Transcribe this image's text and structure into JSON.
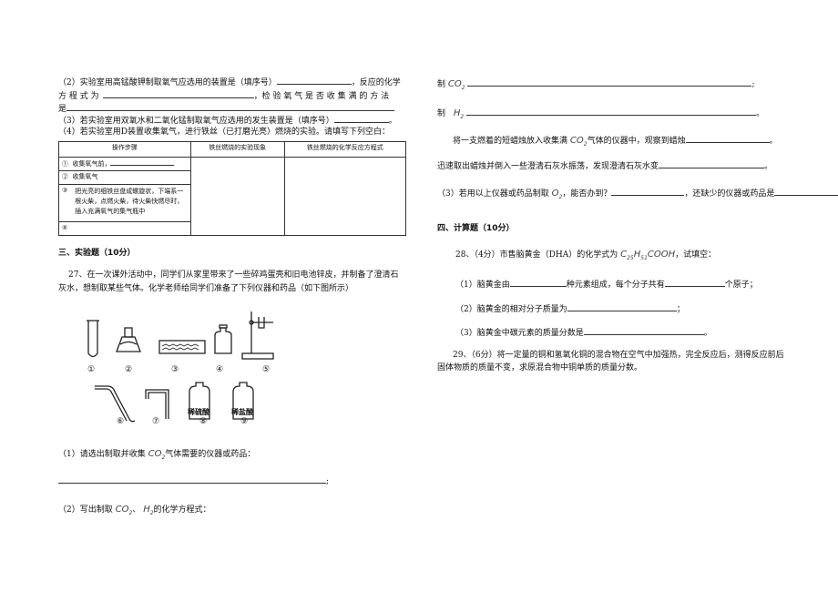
{
  "left": {
    "q2": {
      "l1a": "（2）实验室用高锰酸钾制取氧气应选用的装置是（填序号）",
      "l1b": "，反应的化学",
      "l2a": "方 程 式 为",
      "l2b": "，检 验 氧 气 是 否 收 集 满 的 方 法",
      "l3": "是"
    },
    "q3": "（3）若实验室用双氧水和二氧化锰制取氧气应选用的发生装置是（填序号）",
    "q4": "（4）若实验室用D装置收集氧气，进行铁丝（已打磨光亮）燃烧的实验。请填写下列空白：",
    "table": {
      "headers": [
        "操作步骤",
        "铁丝燃烧的实验现象",
        "铁丝燃烧的化学反应方程式"
      ],
      "rows": [
        {
          "num": "①",
          "text": "收集氧气前，"
        },
        {
          "num": "②",
          "text": "收集氧气"
        },
        {
          "num": "③",
          "text": "把光亮的细铁丝盘成螺旋状，下端系一根火柴，点燃火柴，待火柴快燃尽时，插入充满氧气的集气瓶中"
        },
        {
          "num": "④",
          "text": ""
        }
      ]
    },
    "section3": "三、实验题（10分）",
    "q27": {
      "l1": "27、在一次课外活动中，同学们从家里带来了一些碎鸡蛋壳和旧电池锌皮，并制备了澄清石",
      "l2": "灰水，想制取某些气体。化学老师给同学们准备了下列仪器和药品（如下图所示）"
    },
    "figure": {
      "labels": [
        "①",
        "②",
        "③",
        "④",
        "⑤",
        "⑥",
        "⑦",
        "⑧",
        "⑨"
      ],
      "bottle8": "稀硫酸",
      "bottle9": "稀盐酸"
    },
    "q1": {
      "a": "（1）请选出制取并收集",
      "b": "气体需要的仪器或药品：",
      "end": ";"
    },
    "q2b": {
      "a": "（2）写出制取",
      "b": "、",
      "c": "的化学方程式："
    }
  },
  "right": {
    "co2": {
      "a": "制",
      "end": ";"
    },
    "h2": {
      "a": "制",
      "end": "。"
    },
    "candle1": {
      "a": "将一支燃着的短蜡烛放入收集满",
      "b": "气体的仪器中，观察到蜡烛",
      "end": "。"
    },
    "candle2": {
      "a": "迅速取出蜡烛并倒入一些澄清石灰水振荡，发现澄清石灰水变",
      "end": "。"
    },
    "q3": {
      "a": "（3）若用以上仪器或药品制取",
      "b": "，能否办到？",
      "c": "，还缺少的仪器或药品是",
      "end": "。"
    },
    "section4": "四、计算题（10分）",
    "q28": {
      "a": "28、（4分）市售脑黄金（DHA）的化学式为",
      "b": "，试填空：",
      "s1a": "（1）脑黄金由",
      "s1b": "种元素组成，每个分子共有",
      "s1c": "个原子；",
      "s2": "（2）脑黄金的相对分子质量为",
      "s2end": "；",
      "s3": "（3）脑黄金中碳元素的质量分数是",
      "s3end": "。"
    },
    "q29": {
      "l1": "29、（6分）将一定量的铜和氢氧化铜的混合物在空气中加强热，完全反应后，测得反应前后",
      "l2": "固体物质的质量不变，求原混合物中铜单质的质量分数。"
    }
  },
  "formulas": {
    "co2": {
      "base": "CO",
      "sub": "2"
    },
    "h2": {
      "base": "H",
      "sub": "2"
    },
    "o2": {
      "base": "O",
      "sub": "2"
    },
    "dha": {
      "c": "C",
      "cn": "25",
      "h": "H",
      "hn": "51",
      "tail": "COOH"
    }
  }
}
